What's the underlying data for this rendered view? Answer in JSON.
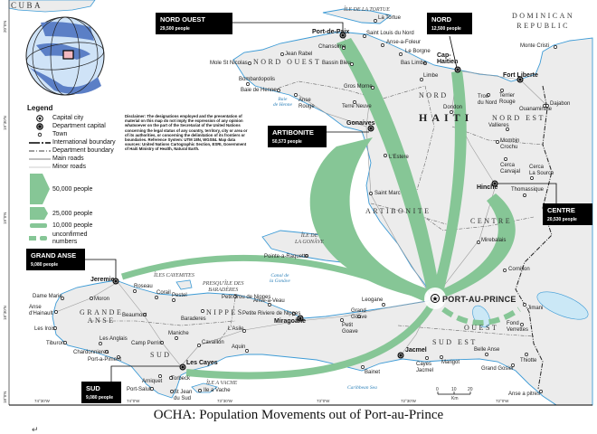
{
  "caption": "OCHA: Population Movements out of Port-au-Prince",
  "return_mark": "↵",
  "colors": {
    "flow": "#86c696",
    "land": "#ececec",
    "sea": "#ffffff",
    "coast": "#3d9bd6",
    "lake": "#cbe8f6",
    "globe": "#5b7fc6"
  },
  "legend": {
    "title": "Legend",
    "items": [
      "Capital city",
      "Department capital",
      "Town",
      "International boundary",
      "Department boundary",
      "Main roads",
      "Minor roads",
      "50,000 people",
      "25,000 people",
      "10,000 people",
      "unconfirmed\nnumbers"
    ]
  },
  "disclaimer": "Disclaimer: The designations employed and the presentation of material on this map do not imply the expression of any opinion whatsoever on the part of the Secretariat of the United Nations concerning the legal status of any country, territory, city or area or of its authorities, or concerning the delimitation of its frontiers or boundaries. Reference System: UTM 18N, WGS84. Map data sources: United Nations Cartographic Section, ESRI, Government of Haiti Ministry of Health, Natural Earth.",
  "boxes": {
    "nord_ouest": {
      "title": "NORD OUEST",
      "value": "29,500 people"
    },
    "nord": {
      "title": "NORD",
      "value": "12,500 people"
    },
    "artibonite": {
      "title": "ARTIBONITE",
      "value": "50,573 people"
    },
    "centre": {
      "title": "CENTRE",
      "value": "20,530 people"
    },
    "grand_anse": {
      "title": "GRAND ANSE",
      "value": "9,080 people"
    },
    "sud": {
      "title": "SUD",
      "value": "9,080 people"
    }
  },
  "flows": [
    {
      "from": "Port-au-Prince",
      "to": "Nord Ouest",
      "people": 29500
    },
    {
      "from": "Port-au-Prince",
      "to": "Nord",
      "people": 12500
    },
    {
      "from": "Port-au-Prince",
      "to": "Artibonite",
      "people": 50573
    },
    {
      "from": "Port-au-Prince",
      "to": "Centre",
      "people": 20530
    },
    {
      "from": "Port-au-Prince",
      "to": "Grand Anse",
      "people": 9080
    },
    {
      "from": "Port-au-Prince",
      "to": "Sud",
      "people": 9080
    },
    {
      "from": "Port-au-Prince",
      "to": "Jimani",
      "people": null,
      "unconfirmed": true
    }
  ],
  "capital": "PORT-AU-PRINCE",
  "places": [
    {
      "name": "La Tortue",
      "type": "town"
    },
    {
      "name": "Port-de-Paix",
      "type": "dept"
    },
    {
      "name": "Saint Louis du Nord",
      "type": "town"
    },
    {
      "name": "Anse-a-Foleur",
      "type": "town"
    },
    {
      "name": "Le Borgne",
      "type": "town"
    },
    {
      "name": "Bas Limbe",
      "type": "town"
    },
    {
      "name": "Chansolme",
      "type": "town"
    },
    {
      "name": "Jean Rabel",
      "type": "town"
    },
    {
      "name": "Mole St Nicolas",
      "type": "town"
    },
    {
      "name": "Bassin Bleu",
      "type": "town"
    },
    {
      "name": "Bombardopolis",
      "type": "town"
    },
    {
      "name": "Baie de Henne",
      "type": "town"
    },
    {
      "name": "Anse\nRouge",
      "type": "town"
    },
    {
      "name": "Gros Morne",
      "type": "town"
    },
    {
      "name": "Terre Neuve",
      "type": "town"
    },
    {
      "name": "Limbe",
      "type": "town"
    },
    {
      "name": "Cap-\nHaitien",
      "type": "dept"
    },
    {
      "name": "Fort Liberte",
      "type": "dept"
    },
    {
      "name": "Dondon",
      "type": "town"
    },
    {
      "name": "Trou\ndu Nord",
      "type": "town"
    },
    {
      "name": "Terrier\nRouge",
      "type": "town"
    },
    {
      "name": "Ouanaminthe",
      "type": "town"
    },
    {
      "name": "Dajabon",
      "type": "town"
    },
    {
      "name": "Monte Cristi",
      "type": "town"
    },
    {
      "name": "Vallieres",
      "type": "town"
    },
    {
      "name": "Mombin\nCrochu",
      "type": "town"
    },
    {
      "name": "Cerca\nCarvajal",
      "type": "town"
    },
    {
      "name": "Cerca\nLa Source",
      "type": "town"
    },
    {
      "name": "Hinche",
      "type": "dept"
    },
    {
      "name": "Thomassique",
      "type": "town"
    },
    {
      "name": "Mirebalais",
      "type": "town"
    },
    {
      "name": "Cornillon",
      "type": "town"
    },
    {
      "name": "Jimani",
      "type": "town"
    },
    {
      "name": "Fond\nVerrettes",
      "type": "town"
    },
    {
      "name": "Thiotte",
      "type": "town"
    },
    {
      "name": "Grand Gosier",
      "type": "town"
    },
    {
      "name": "Anse a pitres",
      "type": "town"
    },
    {
      "name": "Belle Anse",
      "type": "town"
    },
    {
      "name": "Marigot",
      "type": "town"
    },
    {
      "name": "Cayes\nJacmel",
      "type": "town"
    },
    {
      "name": "Jacmel",
      "type": "dept"
    },
    {
      "name": "Bainet",
      "type": "town"
    },
    {
      "name": "Leogane",
      "type": "town"
    },
    {
      "name": "Grand\nGoave",
      "type": "town"
    },
    {
      "name": "Petit\nGoave",
      "type": "town"
    },
    {
      "name": "Miragoâne",
      "type": "dept"
    },
    {
      "name": "Petite Riviere de Nippes",
      "type": "town"
    },
    {
      "name": "Anse-a-Veau",
      "type": "town"
    },
    {
      "name": "Petit Trou de Nippes",
      "type": "town"
    },
    {
      "name": "Baraderes",
      "type": "town"
    },
    {
      "name": "Pestel",
      "type": "town"
    },
    {
      "name": "Corail",
      "type": "town"
    },
    {
      "name": "Roseau",
      "type": "town"
    },
    {
      "name": "Jeremie",
      "type": "dept"
    },
    {
      "name": "Moron",
      "type": "town"
    },
    {
      "name": "Dame Marie",
      "type": "town"
    },
    {
      "name": "Anse\nd'Hainault",
      "type": "town"
    },
    {
      "name": "Beaumont",
      "type": "town"
    },
    {
      "name": "Les Irois",
      "type": "town"
    },
    {
      "name": "Tiburon",
      "type": "town"
    },
    {
      "name": "Les Anglais",
      "type": "town"
    },
    {
      "name": "Chardonnieres",
      "type": "town"
    },
    {
      "name": "Port-a-Piment",
      "type": "town"
    },
    {
      "name": "Camp Perrin",
      "type": "town"
    },
    {
      "name": "Maniche",
      "type": "town"
    },
    {
      "name": "Cavaillon",
      "type": "town"
    },
    {
      "name": "L'Asile",
      "type": "town"
    },
    {
      "name": "Aquin",
      "type": "town"
    },
    {
      "name": "Les Cayes",
      "type": "dept"
    },
    {
      "name": "Torbeck",
      "type": "town"
    },
    {
      "name": "Arniquet",
      "type": "town"
    },
    {
      "name": "Port-Salut",
      "type": "town"
    },
    {
      "name": "St Jean\ndu Sud",
      "type": "town"
    },
    {
      "name": "Ile a Vache",
      "type": "town"
    },
    {
      "name": "Gonaives",
      "type": "dept"
    },
    {
      "name": "L'Estere",
      "type": "town"
    },
    {
      "name": "Saint Marc",
      "type": "town"
    },
    {
      "name": "Pointe-a-Raquette",
      "type": "town"
    }
  ],
  "regions": {
    "nord_ouest": "NORD OUEST",
    "nord": "NORD",
    "haiti": "HAITI",
    "nord_est": "NORD EST",
    "artibonite": "ARTIBONITE",
    "centre": "CENTRE",
    "grande_anse": "GRANDE\nANSE",
    "nippes": "NIPPES",
    "sud": "SUD",
    "ouest": "OUEST",
    "sud_est": "SUD EST",
    "dominican_republic": "DOMINICAN\nREPUBLIC",
    "cuba": "CUBA"
  },
  "water": {
    "baie_de_henne": "Baie\nde Henne",
    "canal": "Canal de\nla Gonâve",
    "caribbean": "Caribbean Sea"
  },
  "islands": {
    "tortue": "ÎLE DE LA TORTUE",
    "gonave": "ÎLE DE\nLA GONÂVE",
    "cayemites": "ÎLES CAYEMITES",
    "baraderes": "PRESQU'ÎLE DES\nBARADÈRES",
    "vache": "ÎLE A VACHE"
  },
  "axis": {
    "lat": [
      "20°0'N",
      "19°30'N",
      "19°0'N",
      "18°30'N",
      "18°0'N"
    ],
    "lon": [
      "74°30'W",
      "74°0'W",
      "73°30'W",
      "73°0'W",
      "72°30'W",
      "72°0'W"
    ]
  },
  "scale": {
    "ticks": [
      "0",
      "10",
      "20"
    ],
    "unit": "Km"
  }
}
